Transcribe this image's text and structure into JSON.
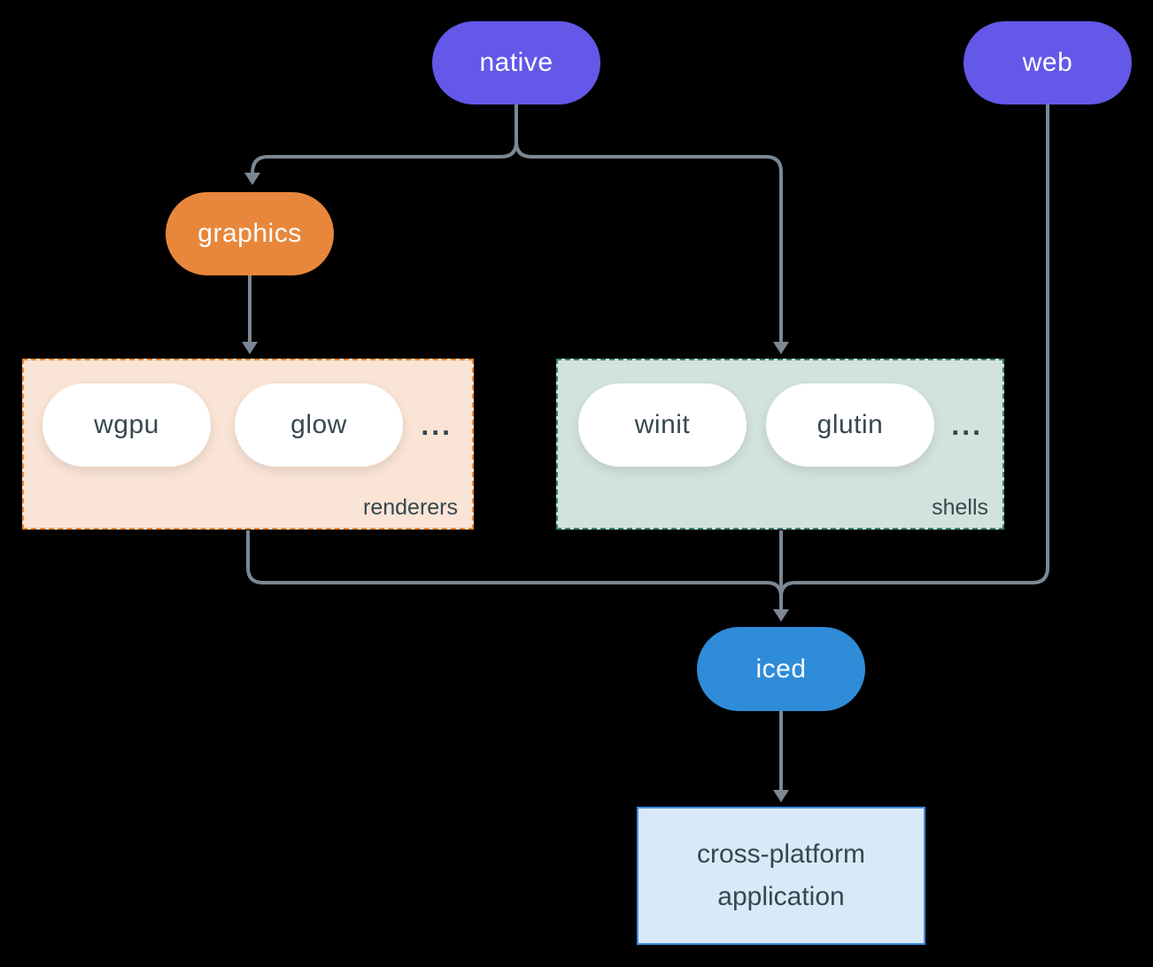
{
  "diagram": {
    "nodes": {
      "native": "native",
      "web": "web",
      "graphics": "graphics",
      "wgpu": "wgpu",
      "glow": "glow",
      "winit": "winit",
      "glutin": "glutin",
      "iced": "iced",
      "application": "cross-platform application"
    },
    "groups": {
      "renderers": {
        "label": "renderers",
        "more": "..."
      },
      "shells": {
        "label": "shells",
        "more": "..."
      }
    },
    "edges": [
      {
        "from": "native",
        "to": "graphics"
      },
      {
        "from": "native",
        "to": "shells"
      },
      {
        "from": "graphics",
        "to": "renderers"
      },
      {
        "from": "renderers",
        "to": "iced"
      },
      {
        "from": "shells",
        "to": "iced"
      },
      {
        "from": "web",
        "to": "iced"
      },
      {
        "from": "iced",
        "to": "application"
      }
    ],
    "colors": {
      "background": "#000000",
      "native_web_pill": "#6358E8",
      "graphics_pill": "#E8873B",
      "iced_pill": "#2E8CD9",
      "renderers_bg": "#F9E4D5",
      "renderers_border": "#ED862F",
      "shells_bg": "#D2E2DC",
      "shells_border": "#3B8273",
      "application_bg": "#D8E9F8",
      "application_border": "#3F8FE0",
      "connector": "#7B8894",
      "dark_text": "#37474F",
      "light_text": "#FFFFFF"
    }
  }
}
